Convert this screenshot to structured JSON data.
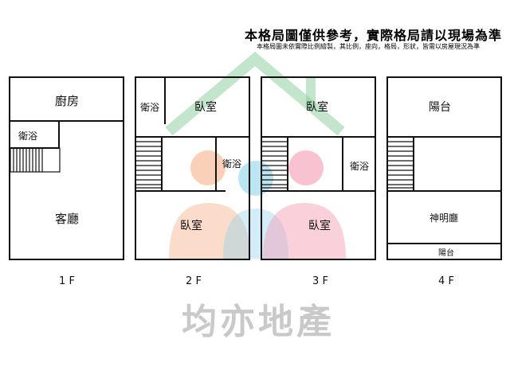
{
  "disclaimer": {
    "main": "本格局圖僅供參考，實際格局請以現場為準",
    "sub": "本格局圖未依實際比例繪製，其比例，座向，格局，形狀，皆需以房屋現況為準"
  },
  "floors": [
    {
      "label": "1 F",
      "rooms": [
        "廚房",
        "衛浴",
        "客廳"
      ]
    },
    {
      "label": "2 F",
      "rooms": [
        "衛浴",
        "臥室",
        "衛浴",
        "臥室"
      ]
    },
    {
      "label": "3 F",
      "rooms": [
        "臥室",
        "衛浴",
        "臥室"
      ]
    },
    {
      "label": "4 F",
      "rooms": [
        "陽台",
        "神明廳",
        "陽台"
      ]
    }
  ],
  "watermark": {
    "company": "均亦地產",
    "colors": {
      "house": "#8fd0a0",
      "circle_orange": "#f7b08a",
      "circle_blue": "#8fd3ea",
      "circle_pink": "#f49ab0",
      "text": "#c9c9c9"
    }
  }
}
